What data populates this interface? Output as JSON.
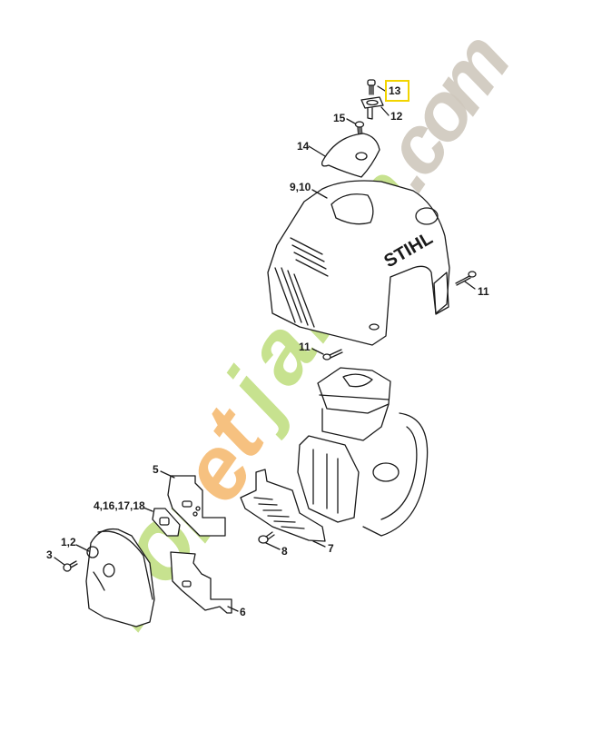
{
  "diagram": {
    "type": "exploded parts diagram",
    "brand_on_part": "STIHL",
    "highlighted_callout": "13",
    "highlight_color": "#f2d400",
    "line_color": "#1a1a1a",
    "watermark": {
      "text": "foretjardin.com",
      "colors": [
        "#b5d96a",
        "#f5b76a",
        "#cfc8bd"
      ]
    },
    "callouts": [
      {
        "id": "c13",
        "label": "13",
        "part": "screw"
      },
      {
        "id": "c12",
        "label": "12",
        "part": "bracket"
      },
      {
        "id": "c15",
        "label": "15",
        "part": "screw"
      },
      {
        "id": "c14",
        "label": "14",
        "part": "cap"
      },
      {
        "id": "c9_10",
        "label": "9,10",
        "part": "shroud"
      },
      {
        "id": "c11a",
        "label": "11",
        "part": "screw (right)"
      },
      {
        "id": "c11b",
        "label": "11",
        "part": "screw (bottom)"
      },
      {
        "id": "c5",
        "label": "5",
        "part": "plate"
      },
      {
        "id": "c4_16",
        "label": "4,16,17,18",
        "part": "gasket"
      },
      {
        "id": "c1_2",
        "label": "1,2",
        "part": "muffler"
      },
      {
        "id": "c3",
        "label": "3",
        "part": "screw"
      },
      {
        "id": "c6",
        "label": "6",
        "part": "plate"
      },
      {
        "id": "c7",
        "label": "7",
        "part": "guard"
      },
      {
        "id": "c8",
        "label": "8",
        "part": "screw"
      }
    ]
  }
}
